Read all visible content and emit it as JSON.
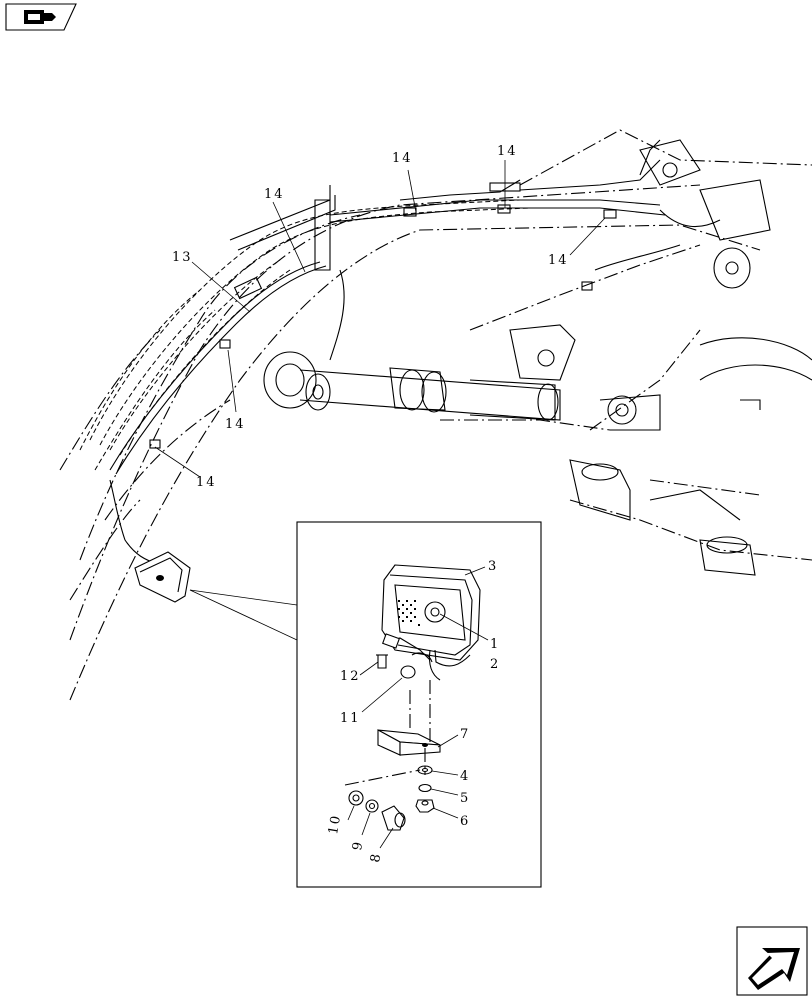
{
  "nav_icon": {
    "name": "book-navigation-icon"
  },
  "next_icon": {
    "name": "next-page-arrow-icon"
  },
  "callouts": [
    {
      "id": "c14a",
      "text": "14"
    },
    {
      "id": "c14b",
      "text": "14"
    },
    {
      "id": "c14c",
      "text": "14"
    },
    {
      "id": "c14d",
      "text": "14"
    },
    {
      "id": "c14e",
      "text": "14"
    },
    {
      "id": "c14f",
      "text": "14"
    },
    {
      "id": "c13",
      "text": "13"
    },
    {
      "id": "c3",
      "text": "3"
    },
    {
      "id": "c1",
      "text": "1"
    },
    {
      "id": "c2",
      "text": "2"
    },
    {
      "id": "c12",
      "text": "12"
    },
    {
      "id": "c11",
      "text": "11"
    },
    {
      "id": "c7",
      "text": "7"
    },
    {
      "id": "c4",
      "text": "4"
    },
    {
      "id": "c5",
      "text": "5"
    },
    {
      "id": "c6",
      "text": "6"
    },
    {
      "id": "c10",
      "text": "10"
    },
    {
      "id": "c9",
      "text": "9"
    },
    {
      "id": "c8",
      "text": "8"
    }
  ]
}
